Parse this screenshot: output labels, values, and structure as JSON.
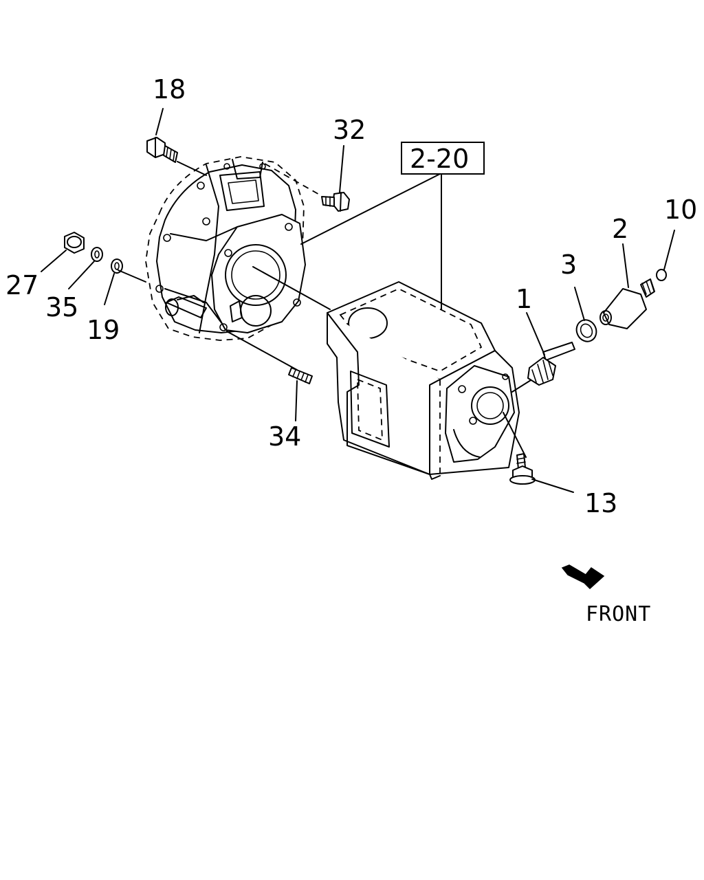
{
  "reference_box": "2-20",
  "callouts": {
    "c1": "1",
    "c2": "2",
    "c3": "3",
    "c10": "10",
    "c13": "13",
    "c18": "18",
    "c19": "19",
    "c27": "27",
    "c32": "32",
    "c34": "34",
    "c35": "35"
  },
  "direction": {
    "label": "FRONT",
    "icon": "front-arrow-icon"
  }
}
